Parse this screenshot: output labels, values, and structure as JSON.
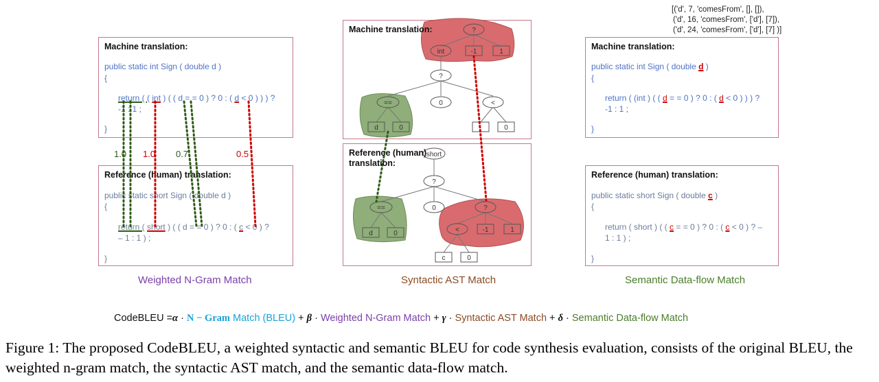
{
  "panels": {
    "ngram": {
      "machine_heading": "Machine translation:",
      "machine_line1": "public static int Sign ( double d )",
      "machine_line2": "{",
      "machine_line3_pre": "return ( (",
      "machine_line3_int": "int",
      "machine_line3_mid": ") ( ( d = = 0 ) ? 0 : (",
      "machine_line3_d": "d",
      "machine_line3_post": "< 0 ) ) ) ?",
      "machine_line4": "-1 : 1 ;",
      "machine_line5": "}",
      "weights": [
        "1.0",
        "1.0",
        "0.7",
        "0.5"
      ],
      "reference_heading": "Reference (human) translation:",
      "ref_line1": "public static short Sign ( double d )",
      "ref_line2": "{",
      "ref_line3_pre": "return (",
      "ref_line3_short": "short",
      "ref_line3_mid": ") ( ( d = = 0 ) ? 0 : (",
      "ref_line3_c": "c",
      "ref_line3_post": "< 0 ) ?",
      "ref_line4": "– 1 : 1 ) ;",
      "ref_line5": "}",
      "title": "Weighted N-Gram Match"
    },
    "ast": {
      "machine_heading": "Machine translation:",
      "reference_heading_line1": "Reference (human)",
      "reference_heading_line2": "translation:",
      "node_labels": {
        "q": "?",
        "int": "int",
        "neg1": "-1",
        "one": "1",
        "eqeq": "==",
        "zero": "0",
        "lt": "<",
        "d": "d",
        "c": "c",
        "short": "short"
      },
      "title": "Syntactic AST Match"
    },
    "dataflow": {
      "tuples": [
        "[('d', 7, 'comesFrom', [], []),",
        "('d', 16, 'comesFrom', ['d'], [7]),",
        "('d', 24, 'comesFrom', ['d'], [7] )]"
      ],
      "machine_heading": "Machine translation:",
      "machine_line1_pre": "public static int Sign ( double",
      "machine_line1_d": "d",
      "machine_line1_post": ")",
      "machine_line2": "{",
      "machine_line3_pre": "return ( (int ) ( (",
      "machine_line3_d1": "d",
      "machine_line3_mid": "= = 0 ) ? 0 : (",
      "machine_line3_d2": "d",
      "machine_line3_post": "< 0 ) ) ) ?",
      "machine_line4": "-1 : 1 ;",
      "machine_line5": "}",
      "reference_heading": "Reference (human) translation:",
      "ref_line1_pre": "public static short Sign ( double",
      "ref_line1_c": "c",
      "ref_line1_post": ")",
      "ref_line2": "{",
      "ref_line3_pre": "return ( short ) ( (",
      "ref_line3_c1": "c",
      "ref_line3_mid": "= = 0 ) ? 0 : (",
      "ref_line3_c2": "c",
      "ref_line3_post": "< 0 ) ? –",
      "ref_line4": "1 : 1 ) ;",
      "ref_line5": "}",
      "title": "Semantic Data-flow Match"
    }
  },
  "formula": {
    "lhs": "CodeBLEU =",
    "alpha": "α",
    "dot1": " · ",
    "term1_a": "N − Gram",
    "term1_b": " Match (BLEU)",
    "plus1": " + ",
    "beta": "β",
    "dot2": " · ",
    "term2": "Weighted N-Gram Match",
    "plus2": "  + ",
    "gamma": "γ",
    "dot3": " · ",
    "term3": "Syntactic AST Match",
    "plus3": " + ",
    "delta": "δ",
    "dot4": "  · ",
    "term4": "Semantic Data-flow Match"
  },
  "caption": "Figure 1: The proposed CodeBLEU, a weighted syntactic and semantic BLEU for code synthesis evaluation, consists of the original BLEU, the weighted n-gram match, the syntactic AST match, and the semantic data-flow match.",
  "colors": {
    "box_border": "#c4778a",
    "code_blue": "#4f72c4",
    "match_red": "#cc0000",
    "match_green": "#2e5a16",
    "ast_red_fill": "#d96b6e",
    "ast_green_fill": "#8fae7a",
    "title_purple": "#7a3fa8",
    "title_brown": "#8b4a22",
    "title_green": "#4a7d2a",
    "formula_cyan": "#1aa3d9"
  }
}
